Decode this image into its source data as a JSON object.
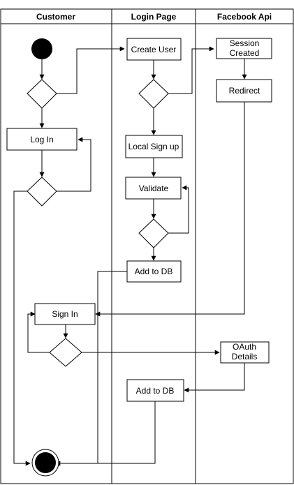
{
  "lanes": {
    "customer": "Customer",
    "login_page": "Login Page",
    "facebook_api": "Facebook Api"
  },
  "nodes": {
    "create_user": "Create User",
    "session_created_line1": "Session",
    "session_created_line2": "Created",
    "redirect": "Redirect",
    "log_in": "Log In",
    "local_sign_up": "Local Sign up",
    "validate": "Validate",
    "add_to_db_1": "Add to DB",
    "sign_in": "Sign In",
    "oauth_details_line1": "OAuth",
    "oauth_details_line2": "Details",
    "add_to_db_2": "Add to DB"
  },
  "colors": {
    "line": "#000000",
    "node_fill": "#ffffff",
    "start_end_fill": "#000000"
  }
}
